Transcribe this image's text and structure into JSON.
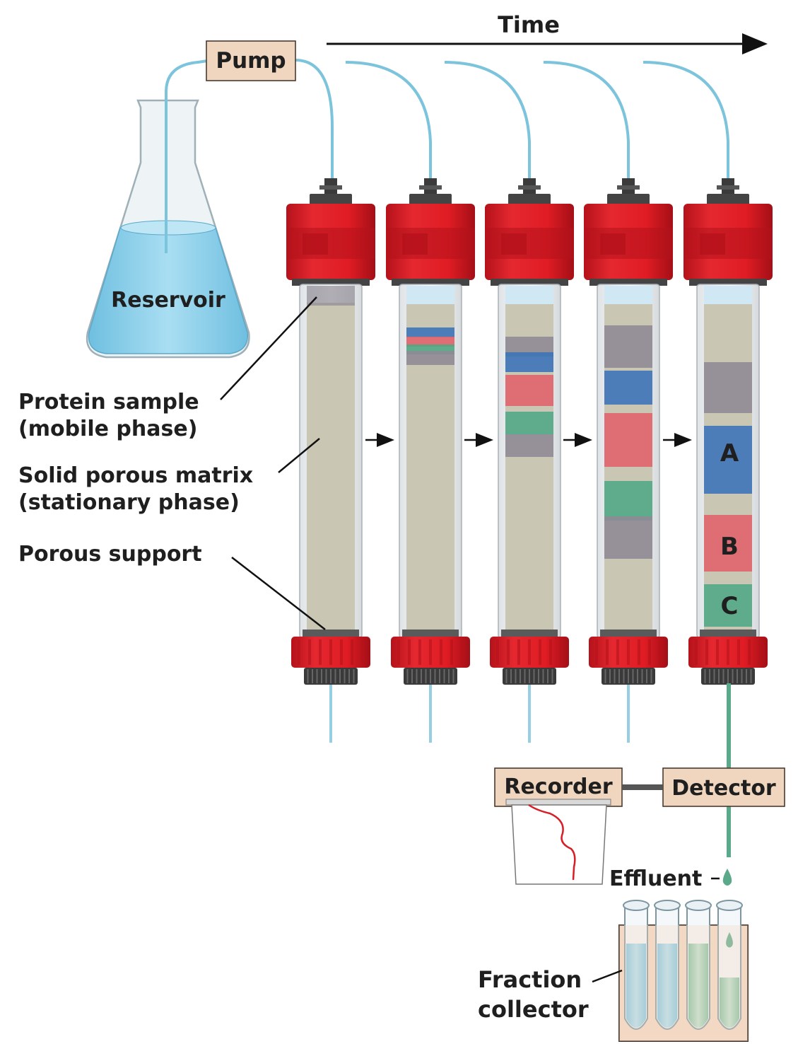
{
  "labels": {
    "time": "Time",
    "pump": "Pump",
    "reservoir": "Reservoir",
    "protein_sample": [
      "Protein sample",
      "(mobile phase)"
    ],
    "solid_matrix": [
      "Solid porous matrix",
      "(stationary phase)"
    ],
    "porous_support": "Porous support",
    "recorder": "Recorder",
    "detector": "Detector",
    "effluent": "Effluent",
    "fraction_collector": [
      "Fraction",
      "collector"
    ]
  },
  "band_letters": [
    "A",
    "B",
    "C"
  ],
  "colors": {
    "liquid": "#8fd0ea",
    "tube": "#7cc3dc",
    "matrix": "#c9c6b3",
    "cap_red": "#e01c24",
    "cap_dark": "#b5121b",
    "protein_a": "#3a73b8",
    "protein_b": "#e0626a",
    "protein_c": "#4fa886",
    "mixed_sample": "#8e8a94",
    "effluent_green": "#5aa98a",
    "label_box": "#f1d6bf"
  },
  "columns": [
    {
      "stage": 1,
      "bands": [
        {
          "color": "#8e8a94"
        }
      ]
    },
    {
      "stage": 2,
      "bands": [
        {
          "color": "#3a73b8"
        },
        {
          "color": "#e0626a"
        },
        {
          "color": "#4fa886"
        },
        {
          "color": "#8e8a94"
        }
      ]
    },
    {
      "stage": 3,
      "bands": [
        {
          "color": "#8e8a94"
        },
        {
          "color": "#3a73b8"
        },
        {
          "color": "#e0626a"
        },
        {
          "color": "#4fa886"
        },
        {
          "color": "#8e8a94"
        }
      ]
    },
    {
      "stage": 4,
      "bands": [
        {
          "color": "#8e8a94"
        },
        {
          "color": "#3a73b8"
        },
        {
          "color": "#e0626a"
        },
        {
          "color": "#4fa886"
        },
        {
          "color": "#8e8a94"
        }
      ]
    },
    {
      "stage": 5,
      "bands": [
        {
          "color": "#8e8a94"
        },
        {
          "color": "#3a73b8"
        },
        {
          "color": "#e0626a"
        },
        {
          "color": "#4fa886"
        }
      ]
    }
  ],
  "fraction_tubes": [
    {
      "content": "blue"
    },
    {
      "content": "blue"
    },
    {
      "content": "green"
    },
    {
      "content": "green"
    }
  ]
}
